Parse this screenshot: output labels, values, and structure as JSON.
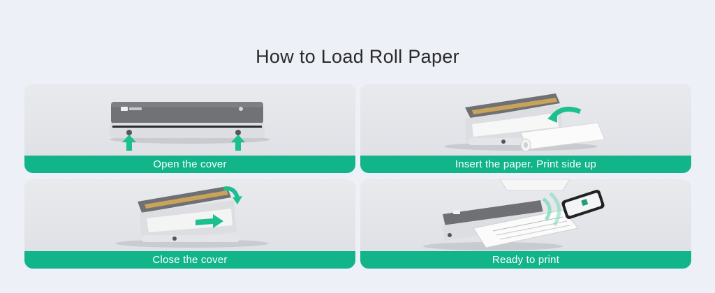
{
  "title": "How to Load Roll Paper",
  "steps": [
    {
      "caption": "Open the cover"
    },
    {
      "caption": "Insert the paper. Print side up"
    },
    {
      "caption": "Close the cover"
    },
    {
      "caption": "Ready to print"
    }
  ],
  "colors": {
    "accent": "#12b58a",
    "background": "#eef0f8",
    "card": "#e4e5ea",
    "printer_body": "#6a6c70",
    "printer_base": "#d8dadd"
  },
  "icons": [
    "arrow-up-icon",
    "curved-arrow-icon",
    "paper-roll-icon",
    "smartphone-icon",
    "wireless-signal-icon"
  ]
}
